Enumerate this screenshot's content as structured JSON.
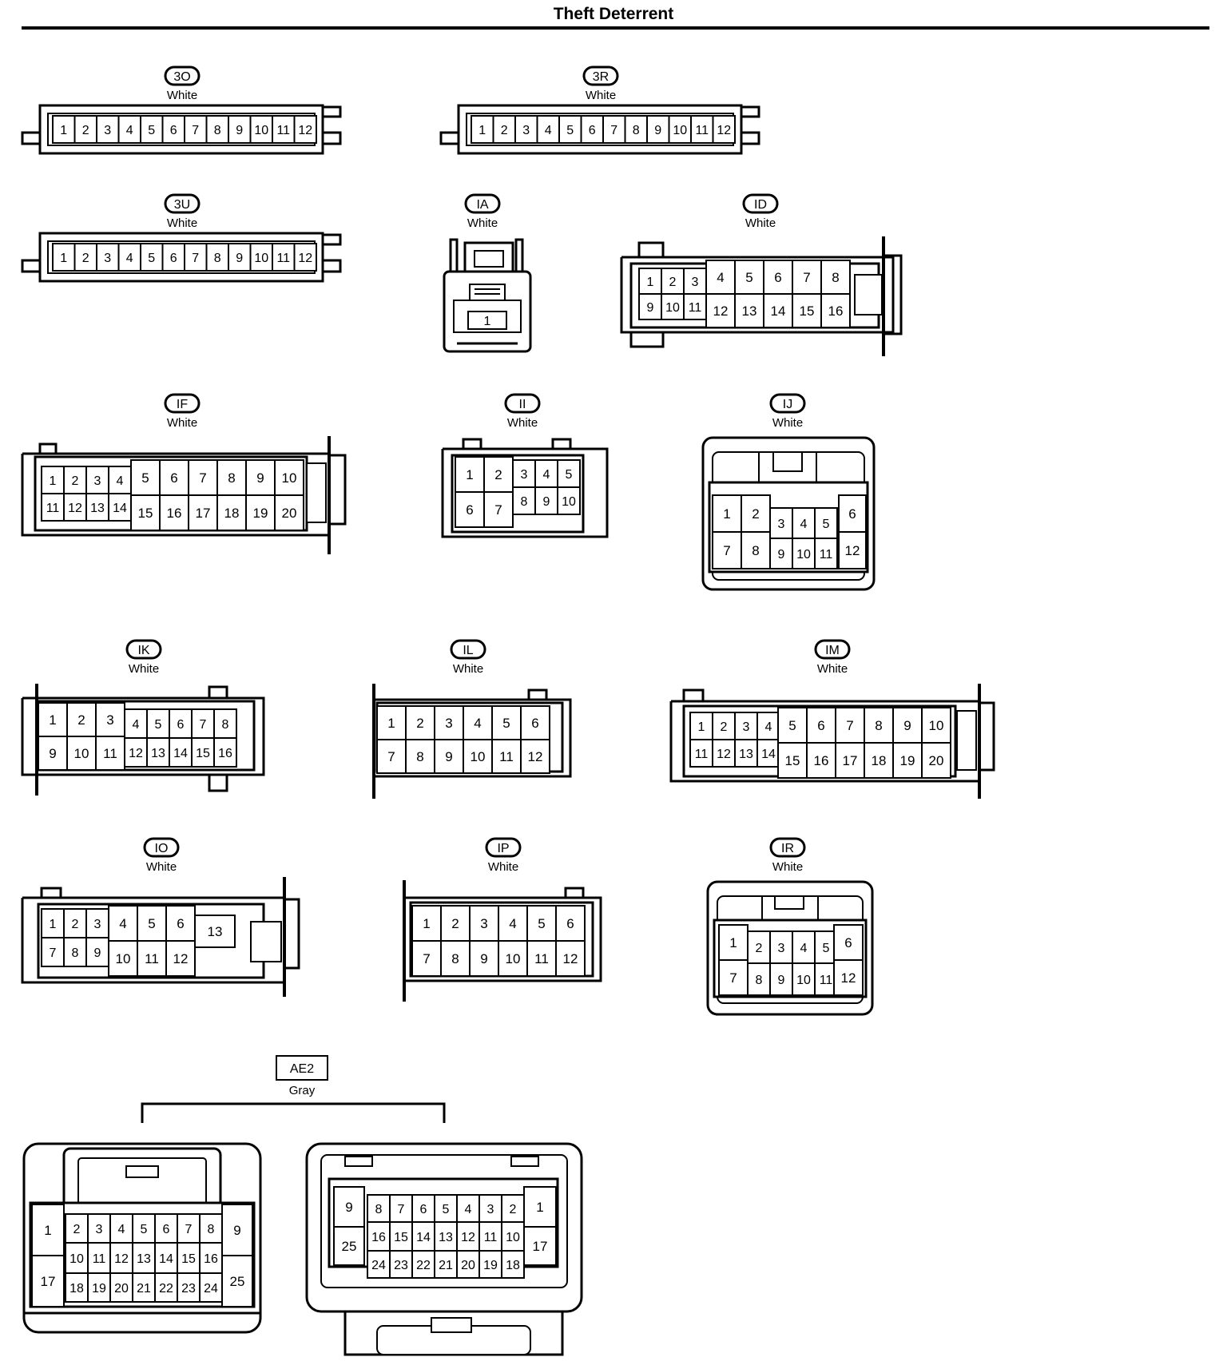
{
  "title": "Theft Deterrent",
  "connectors": [
    {
      "code": "3O",
      "color": "White",
      "pins": [
        "1",
        "2",
        "3",
        "4",
        "5",
        "6",
        "7",
        "8",
        "9",
        "10",
        "11",
        "12"
      ]
    },
    {
      "code": "3R",
      "color": "White",
      "pins": [
        "1",
        "2",
        "3",
        "4",
        "5",
        "6",
        "7",
        "8",
        "9",
        "10",
        "11",
        "12"
      ]
    },
    {
      "code": "3U",
      "color": "White",
      "pins": [
        "1",
        "2",
        "3",
        "4",
        "5",
        "6",
        "7",
        "8",
        "9",
        "10",
        "11",
        "12"
      ]
    },
    {
      "code": "IA",
      "color": "White",
      "pins": [
        "1"
      ]
    },
    {
      "code": "ID",
      "color": "White",
      "pins": [
        "1",
        "2",
        "3",
        "4",
        "5",
        "6",
        "7",
        "8",
        "9",
        "10",
        "11",
        "12",
        "13",
        "14",
        "15",
        "16"
      ]
    },
    {
      "code": "IF",
      "color": "White",
      "pins": [
        "1",
        "2",
        "3",
        "4",
        "5",
        "6",
        "7",
        "8",
        "9",
        "10",
        "11",
        "12",
        "13",
        "14",
        "15",
        "16",
        "17",
        "18",
        "19",
        "20"
      ]
    },
    {
      "code": "II",
      "color": "White",
      "pins": [
        "1",
        "2",
        "3",
        "4",
        "5",
        "6",
        "7",
        "8",
        "9",
        "10"
      ]
    },
    {
      "code": "IJ",
      "color": "White",
      "pins": [
        "1",
        "2",
        "3",
        "4",
        "5",
        "6",
        "7",
        "8",
        "9",
        "10",
        "11",
        "12"
      ]
    },
    {
      "code": "IK",
      "color": "White",
      "pins": [
        "1",
        "2",
        "3",
        "4",
        "5",
        "6",
        "7",
        "8",
        "9",
        "10",
        "11",
        "12",
        "13",
        "14",
        "15",
        "16"
      ]
    },
    {
      "code": "IL",
      "color": "White",
      "pins": [
        "1",
        "2",
        "3",
        "4",
        "5",
        "6",
        "7",
        "8",
        "9",
        "10",
        "11",
        "12"
      ]
    },
    {
      "code": "IM",
      "color": "White",
      "pins": [
        "1",
        "2",
        "3",
        "4",
        "5",
        "6",
        "7",
        "8",
        "9",
        "10",
        "11",
        "12",
        "13",
        "14",
        "15",
        "16",
        "17",
        "18",
        "19",
        "20"
      ]
    },
    {
      "code": "IO",
      "color": "White",
      "pins": [
        "1",
        "2",
        "3",
        "4",
        "5",
        "6",
        "7",
        "8",
        "9",
        "10",
        "11",
        "12",
        "13"
      ]
    },
    {
      "code": "IP",
      "color": "White",
      "pins": [
        "1",
        "2",
        "3",
        "4",
        "5",
        "6",
        "7",
        "8",
        "9",
        "10",
        "11",
        "12"
      ]
    },
    {
      "code": "IR",
      "color": "White",
      "pins": [
        "1",
        "2",
        "3",
        "4",
        "5",
        "6",
        "7",
        "8",
        "9",
        "10",
        "11",
        "12"
      ]
    },
    {
      "code": "AE2",
      "color": "Gray",
      "pins": [
        "1",
        "2",
        "3",
        "4",
        "5",
        "6",
        "7",
        "8",
        "9",
        "10",
        "11",
        "12",
        "13",
        "14",
        "15",
        "16",
        "17",
        "18",
        "19",
        "20",
        "21",
        "22",
        "23",
        "24",
        "25"
      ]
    }
  ]
}
